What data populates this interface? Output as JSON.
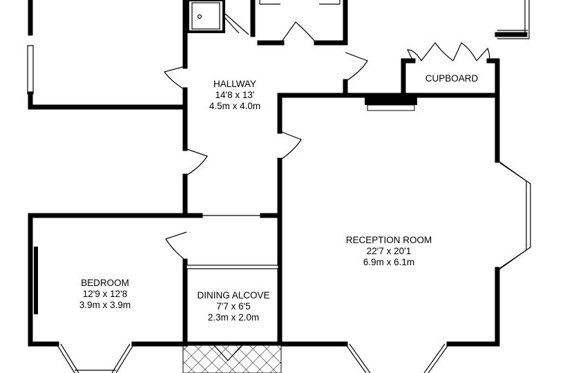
{
  "rooms": {
    "hallway": {
      "name": "HALLWAY",
      "imperial": "14'8 x 13'",
      "metric": "4.5m x 4.0m"
    },
    "cupboard": {
      "name": "CUPBOARD"
    },
    "reception": {
      "name": "RECEPTION ROOM",
      "imperial": "22'7 x 20'1",
      "metric": "6.9m x 6.1m"
    },
    "bedroom": {
      "name": "BEDROOM",
      "imperial": "12'9 x 12'8",
      "metric": "3.9m x 3.9m"
    },
    "dining": {
      "name": "DINING ALCOVE",
      "imperial": "7'7 x 6'5",
      "metric": "2.3m x 2.0m"
    }
  },
  "colors": {
    "wall": "#000000",
    "background": "#ffffff"
  }
}
